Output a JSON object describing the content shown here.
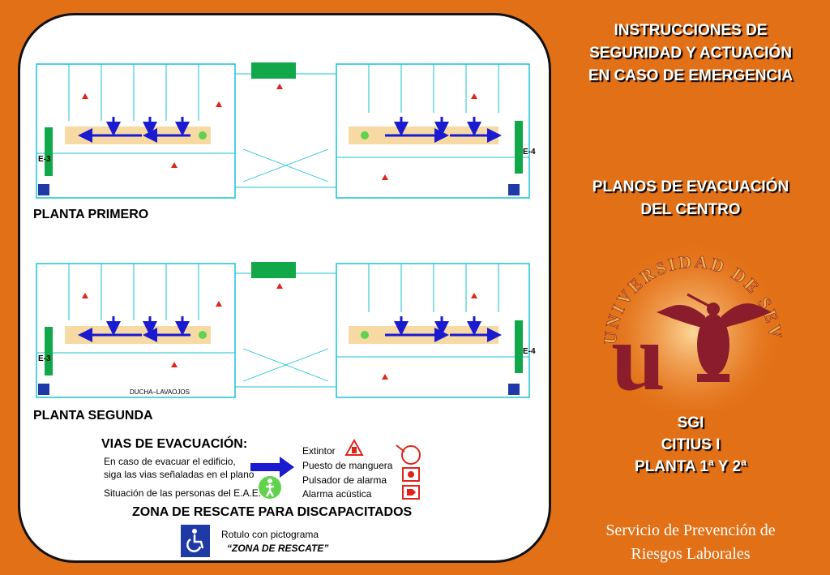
{
  "floor_labels": {
    "first": "PLANTA PRIMERO",
    "second": "PLANTA SEGUNDA"
  },
  "plan_annotations": {
    "stair_left": "E-3",
    "stair_right": "E-4",
    "shower": "DUCHA–LAVAOJOS"
  },
  "legend": {
    "title": "VIAS DE EVACUACIÓN:",
    "instruction_line1": "En caso de evacuar el edificio,",
    "instruction_line2": "siga las vias señaladas en el plano",
    "person_location": "Situación de las personas del E.A.E.",
    "extintor": "Extintor",
    "manguera": "Puesto de manguera",
    "pulsador": "Pulsador de alarma",
    "alarma": "Alarma acústica",
    "rescue_title": "ZONA DE RESCATE PARA DISCAPACITADOS",
    "rotulo_line1": "Rotulo con pictograma",
    "rotulo_line2": "“ZONA DE RESCATE”"
  },
  "header": {
    "title_line1": "INSTRUCCIONES  DE",
    "title_line2": "SEGURIDAD  Y ACTUACIÓN",
    "title_line3": "EN CASO DE EMERGENCIA"
  },
  "subtitle": {
    "line1": "PLANOS DE EVACUACIÓN",
    "line2": "DEL CENTRO"
  },
  "logo": {
    "arc_text": "UNIVERSIDAD DE SEVILLA",
    "letter": "u"
  },
  "building": {
    "line1": "SGI",
    "line2": "CITIUS I",
    "line3": "PLANTA 1ª Y 2ª"
  },
  "service": {
    "line1": "Servicio de Prevención de",
    "line2": "Riesgos Laborales"
  },
  "colors": {
    "background": "#e27016",
    "wall": "#18c2d6",
    "corridor": "#f7d9a3",
    "arrow": "#1a1ad0",
    "stairs": "#11a84a",
    "fire": "#e0241b",
    "logo_maroon": "#8a1c2c",
    "logo_gold": "#e9b14b"
  }
}
